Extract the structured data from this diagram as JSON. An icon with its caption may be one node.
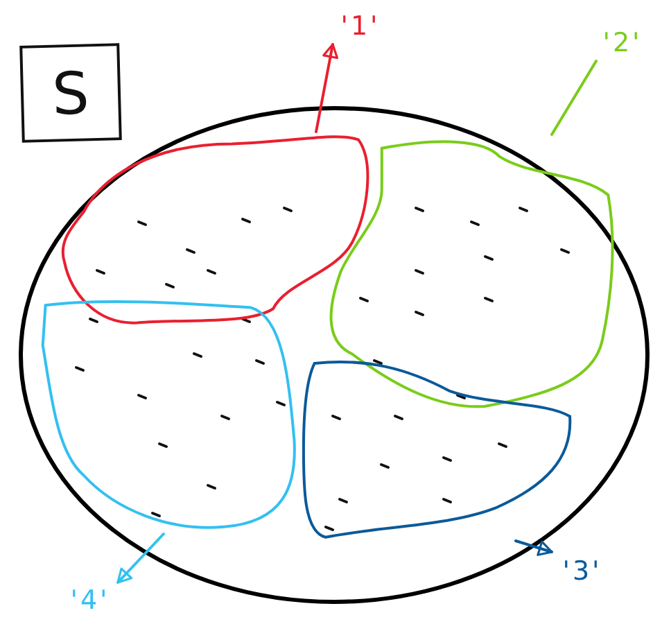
{
  "diagram": {
    "nodes": [
      {
        "text": [
          "S"
        ]
      },
      {
        "text": [],
        "shape": "ellipse"
      },
      {
        "text": [],
        "shape": "blob",
        "in": 1
      },
      {
        "text": [],
        "shape": "blob",
        "in": 1
      },
      {
        "text": [],
        "shape": "blob",
        "in": 1
      },
      {
        "text": [],
        "shape": "blob",
        "in": 1
      },
      {
        "text": [
          "'1'"
        ]
      },
      {
        "text": [
          "'2'"
        ]
      },
      {
        "text": [
          "'3'"
        ]
      },
      {
        "text": [
          "'4'"
        ]
      }
    ],
    "edges": [
      {
        "from": 2,
        "to": 6,
        "arrow": "to",
        "color": "#e8202f"
      },
      {
        "from": 3,
        "to": 7,
        "arrow": "none",
        "color": "#7acc1a"
      },
      {
        "from": 5,
        "to": 8,
        "arrow": "to",
        "color": "#0b5a9a"
      },
      {
        "from": 4,
        "to": 9,
        "arrow": "to",
        "color": "#33c0f0"
      }
    ]
  }
}
